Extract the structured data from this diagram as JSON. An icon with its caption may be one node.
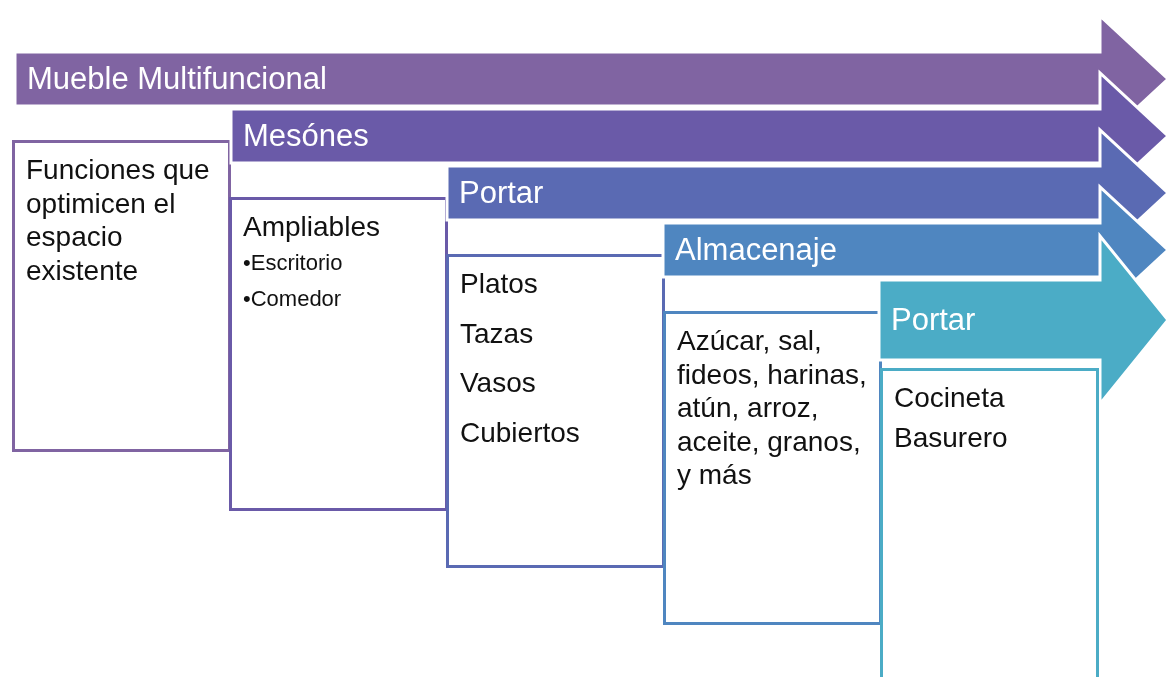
{
  "diagram": {
    "nodes": [
      {
        "text": [
          "Mueble Multifuncional"
        ]
      },
      {
        "text": [
          "Funciones que optimicen el espacio existente"
        ]
      },
      {
        "text": [
          "Mesónes"
        ]
      },
      {
        "text": [
          "Ampliables",
          "•Escritorio",
          "•Comedor"
        ]
      },
      {
        "text": [
          "Portar"
        ]
      },
      {
        "text": [
          "Platos",
          "Tazas",
          "Vasos",
          "Cubiertos"
        ]
      },
      {
        "text": [
          "Almacenaje"
        ]
      },
      {
        "text": [
          "Azúcar, sal, fideos, harinas, atún, arroz, aceite, granos, y más"
        ]
      },
      {
        "text": [
          "Portar"
        ]
      },
      {
        "text": [
          "Cocineta",
          "Basurero"
        ]
      }
    ]
  }
}
